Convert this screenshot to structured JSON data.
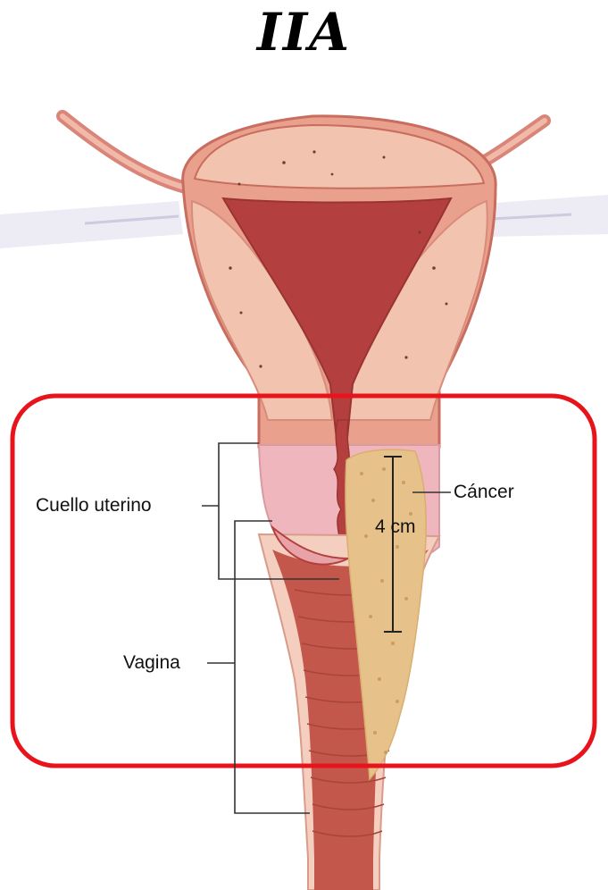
{
  "title": "IIA",
  "labels": {
    "cervix": "Cuello uterino",
    "cancer": "Cáncer",
    "vagina": "Vagina",
    "size": "4 cm"
  },
  "colors": {
    "highlight_border": "#e8141c",
    "uterus_outer": "#e9a08c",
    "uterus_muscle": "#f2c3ae",
    "uterus_cavity": "#b3403f",
    "cervix": "#efb7bd",
    "tumor": "#e6c28a",
    "vagina_wall": "#c4574c",
    "vagina_outer": "#f4cfc0",
    "ligament": "#e7e4f1",
    "leader_line": "#333333"
  }
}
